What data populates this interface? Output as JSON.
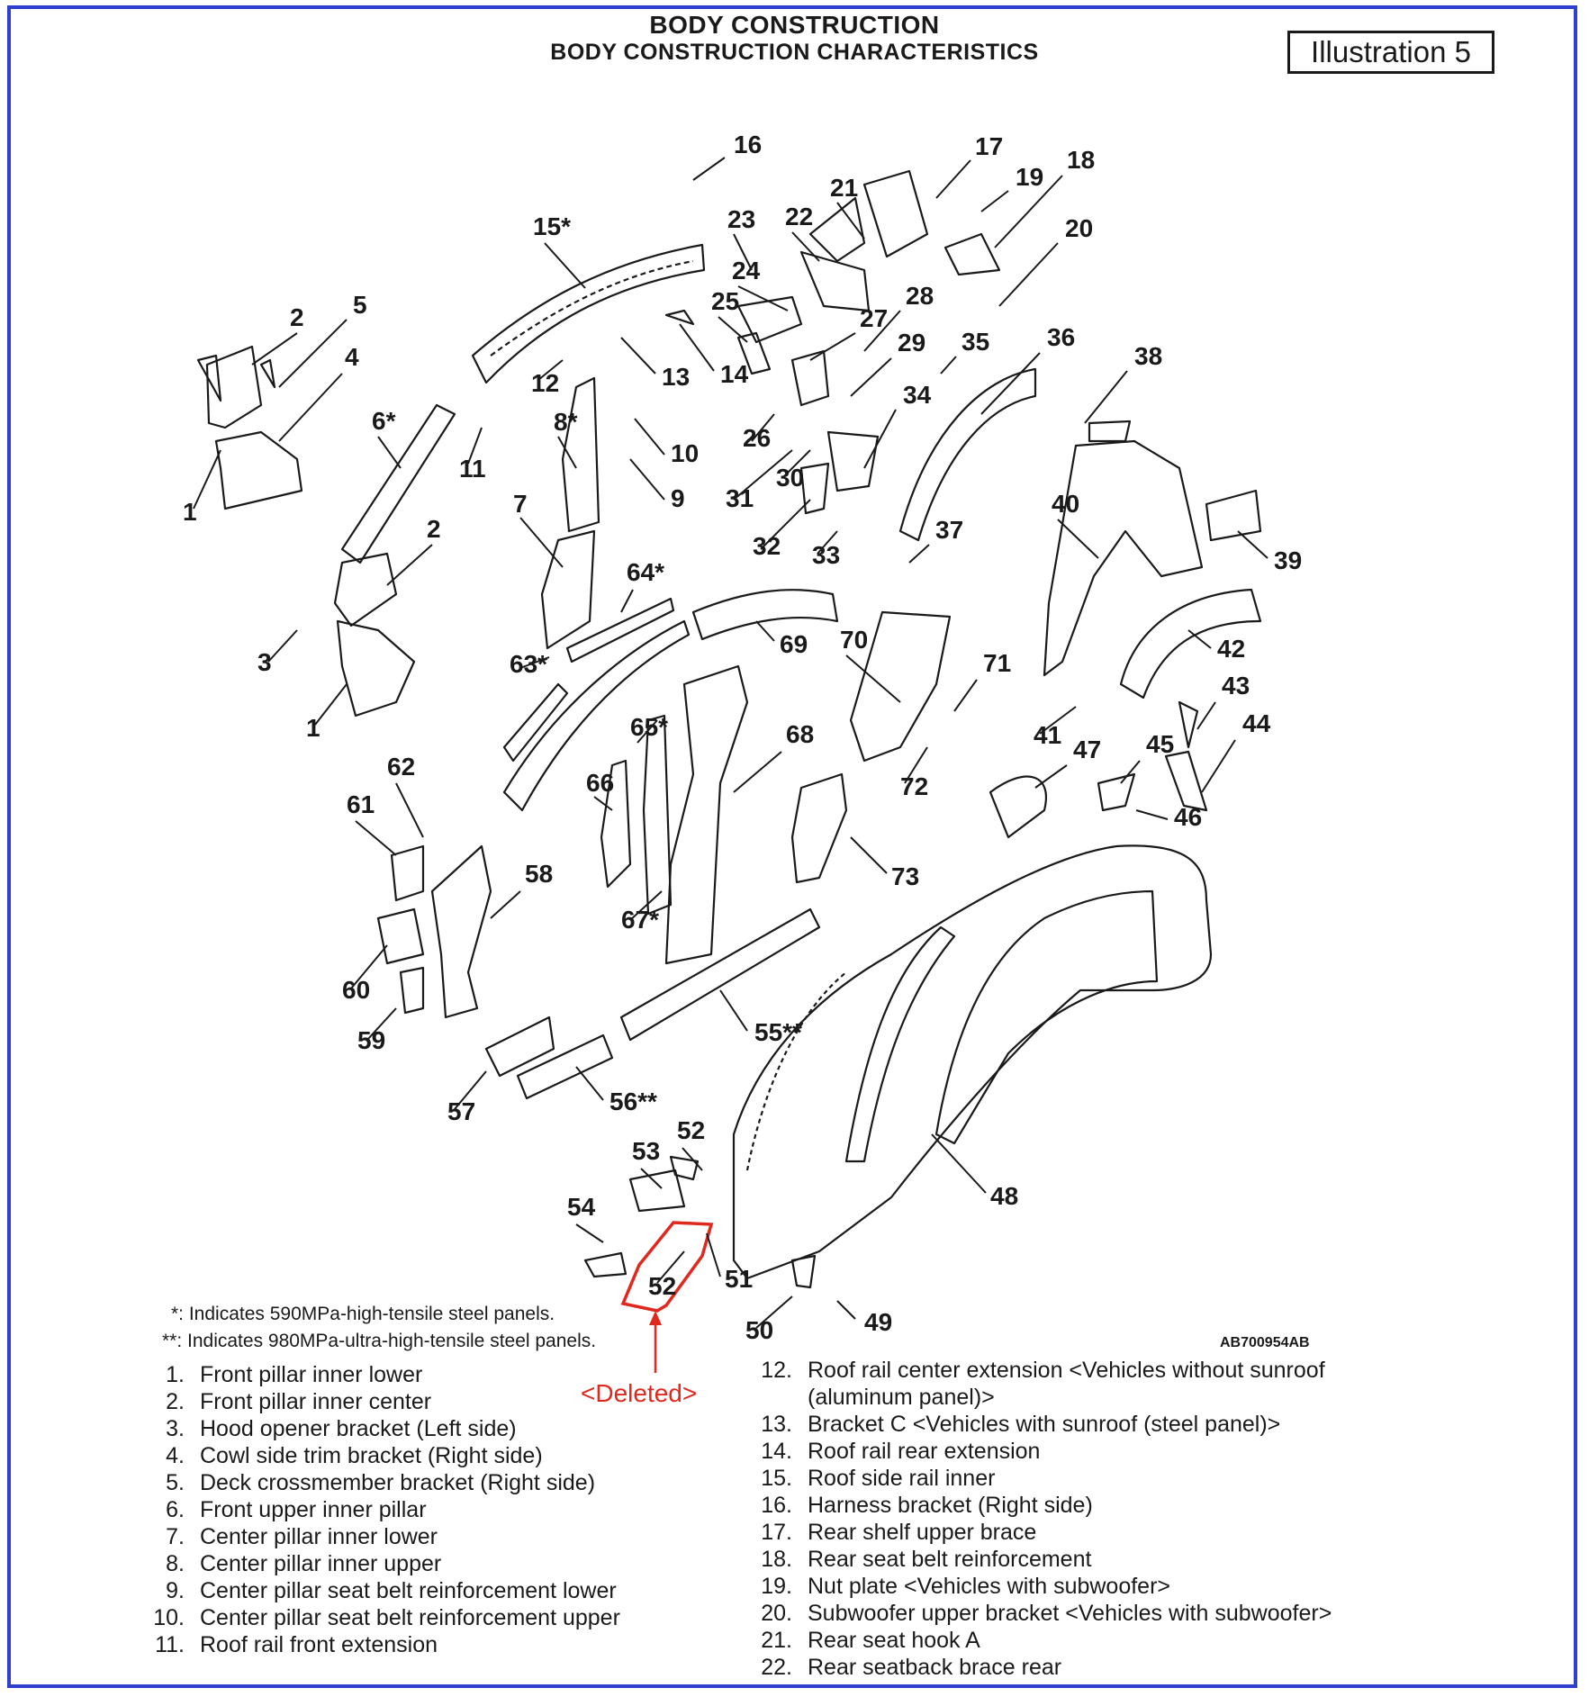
{
  "header": {
    "title": "BODY CONSTRUCTION",
    "subtitle": "BODY CONSTRUCTION CHARACTERISTICS",
    "illustration_label": "Illustration 5"
  },
  "diagram": {
    "callouts": [
      "1",
      "2",
      "3",
      "4",
      "5",
      "6*",
      "7",
      "8*",
      "9",
      "10",
      "11",
      "12",
      "13",
      "14",
      "15*",
      "16",
      "17",
      "18",
      "19",
      "20",
      "21",
      "22",
      "23",
      "24",
      "25",
      "26",
      "27",
      "28",
      "29",
      "30",
      "31",
      "32",
      "33",
      "34",
      "35",
      "36",
      "37",
      "38",
      "39",
      "40",
      "41",
      "42",
      "43",
      "44",
      "45",
      "46",
      "47",
      "48",
      "49",
      "50",
      "51",
      "52",
      "53",
      "54",
      "55**",
      "56**",
      "57",
      "58",
      "59",
      "60",
      "61",
      "62",
      "63*",
      "64*",
      "65*",
      "66",
      "67*",
      "68",
      "69",
      "70",
      "71",
      "72",
      "73"
    ],
    "highlight_label": "52",
    "highlight_color": "#e0281e",
    "line_color": "#1a1a1a",
    "image_code": "AB700954AB"
  },
  "notes": {
    "single_star": "*: Indicates 590MPa-high-tensile steel panels.",
    "double_star": "**: Indicates 980MPa-ultra-high-tensile steel panels.",
    "deleted": "<Deleted>"
  },
  "legend": {
    "left": [
      {
        "num": "1.",
        "label": "Front pillar inner lower"
      },
      {
        "num": "2.",
        "label": "Front pillar inner center"
      },
      {
        "num": "3.",
        "label": "Hood opener bracket (Left side)"
      },
      {
        "num": "4.",
        "label": "Cowl side trim bracket (Right side)"
      },
      {
        "num": "5.",
        "label": "Deck crossmember bracket (Right side)"
      },
      {
        "num": "6.",
        "label": "Front upper inner pillar"
      },
      {
        "num": "7.",
        "label": "Center pillar inner lower"
      },
      {
        "num": "8.",
        "label": "Center pillar inner upper"
      },
      {
        "num": "9.",
        "label": "Center pillar seat belt reinforcement lower"
      },
      {
        "num": "10.",
        "label": "Center pillar seat belt reinforcement upper"
      },
      {
        "num": "11.",
        "label": "Roof rail front extension"
      }
    ],
    "right": [
      {
        "num": "12.",
        "label": "Roof rail center extension <Vehicles without sunroof (aluminum panel)>"
      },
      {
        "num": "13.",
        "label": "Bracket C <Vehicles with sunroof (steel panel)>"
      },
      {
        "num": "14.",
        "label": "Roof rail rear extension"
      },
      {
        "num": "15.",
        "label": "Roof side rail inner"
      },
      {
        "num": "16.",
        "label": "Harness bracket (Right side)"
      },
      {
        "num": "17.",
        "label": "Rear shelf upper brace"
      },
      {
        "num": "18.",
        "label": "Rear seat belt reinforcement"
      },
      {
        "num": "19.",
        "label": "Nut plate <Vehicles with subwoofer>"
      },
      {
        "num": "20.",
        "label": "Subwoofer upper bracket <Vehicles with subwoofer>"
      },
      {
        "num": "21.",
        "label": "Rear seat hook A"
      },
      {
        "num": "22.",
        "label": "Rear seatback brace rear"
      }
    ]
  }
}
